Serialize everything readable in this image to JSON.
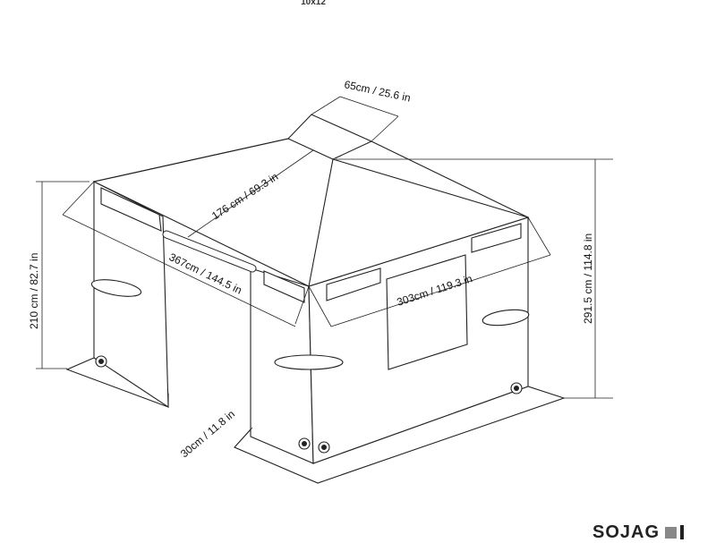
{
  "title": "10x12",
  "brand": "SOJAG",
  "dimensions": {
    "roof_vent": "65cm / 25.6 in",
    "roof_slope": "176 cm / 69.3 in",
    "side_length": "367cm / 144.5 in",
    "front_width": "303cm / 119.3 in",
    "wall_height": "210 cm / 82.7 in",
    "total_height": "291.5 cm / 114.8 in",
    "skirt_width": "30cm / 11.8 in"
  }
}
